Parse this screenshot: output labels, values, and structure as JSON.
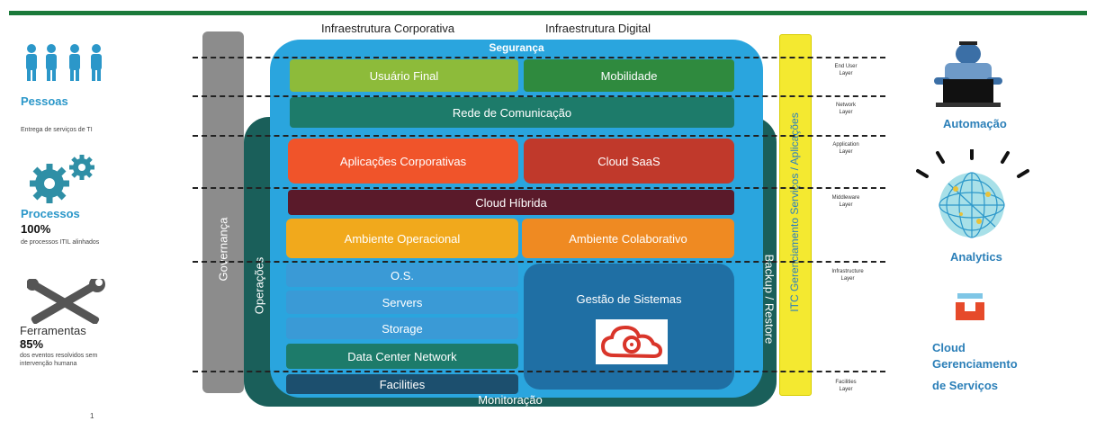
{
  "header": {
    "left": "Infraestrutura  Corporativa",
    "right": "Infraestrutura Digital"
  },
  "left": {
    "pessoas": {
      "label": "Pessoas",
      "sub": "Entrega de serviços de TI"
    },
    "processos": {
      "label": "Processos",
      "value": "100%",
      "sub": "de processos ITIL alinhados"
    },
    "ferramentas": {
      "label": "Ferramentas",
      "value": "85%",
      "sub_lines": [
        "dos eventos resolvidos sem",
        "intervenção humana"
      ]
    },
    "page_number": "1"
  },
  "bars": {
    "governanca": "Governança",
    "operacoes": "Operações",
    "backup": "Backup / Restore",
    "itc": "ITC Gerenciamento Serviços / Aplicações"
  },
  "main": {
    "seguranca": "Segurança",
    "monitoracao": "Monitoração",
    "usuario_final": "Usuário Final",
    "mobilidade": "Mobilidade",
    "rede": "Rede de Comunicação",
    "aplicacoes": "Aplicações Corporativas",
    "cloud_saas": "Cloud SaaS",
    "cloud_hibrida": "Cloud Híbrida",
    "ambiente_operacional": "Ambiente Operacional",
    "ambiente_colaborativo": "Ambiente Colaborativo",
    "os": "O.S.",
    "servers": "Servers",
    "storage": "Storage",
    "dcn": "Data Center Network",
    "facilities": "Facilities",
    "gestao": "Gestão de Sistemas"
  },
  "layers": {
    "end_user": [
      "End User",
      "Layer"
    ],
    "network": [
      "Network",
      "Layer"
    ],
    "application": [
      "Application",
      "Layer"
    ],
    "middleware": [
      "Middleware",
      "Layer"
    ],
    "infrastructure": [
      "Infrastructure",
      "Layer"
    ],
    "facilities": [
      "Facilities",
      "Layer"
    ]
  },
  "right": {
    "automacao": "Automação",
    "analytics": "Analytics",
    "cloud": [
      "Cloud",
      "Gerenciamento",
      "de Serviços"
    ]
  },
  "colors": {
    "green_bar": "#1b7a3a",
    "seguranca": "#2aa5de",
    "operacoes": "#1a5f5a",
    "usuario_final": "#8dbb3a",
    "mobilidade": "#2f8a3e",
    "rede": "#1d7b6a",
    "aplicacoes": "#f0542a",
    "cloud_saas": "#c0392b",
    "cloud_hibrida": "#5a1a2a",
    "ambiente_operacional": "#f1a91c",
    "ambiente_colaborativo": "#ef8a22",
    "itc": "#f4e930",
    "governanca": "#8c8c8c"
  }
}
